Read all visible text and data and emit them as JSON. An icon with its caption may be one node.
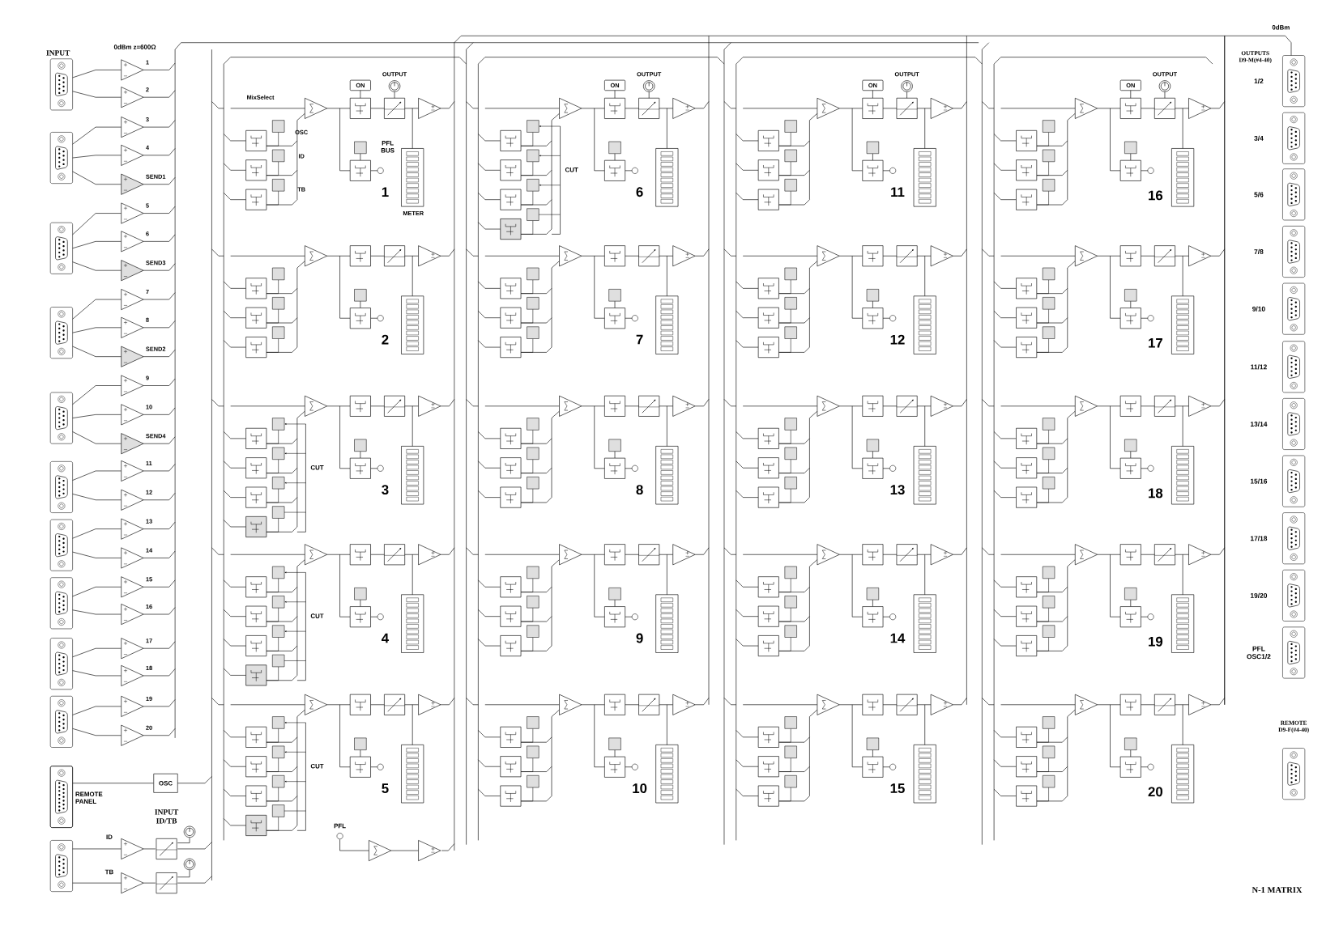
{
  "diagram": {
    "title": "N-1 MATRIX",
    "nodes": [
      {
        "text": [],
        "shape": "picture",
        "beside": [
          "REMOTE PANEL"
        ]
      },
      {
        "text": [
          "OSC"
        ]
      },
      {
        "text": [
          "ON"
        ]
      },
      {
        "text": [
          "ON"
        ]
      },
      {
        "text": [
          "ON"
        ]
      },
      {
        "text": [
          "ON"
        ]
      }
    ],
    "edges": [
      {
        "from": 0,
        "to": 1,
        "arrow": "none"
      }
    ],
    "labels": [
      "INPUT",
      "0dBm z=600Ω",
      "1",
      "2",
      "3",
      "4",
      "SEND1",
      "5",
      "6",
      "SEND3",
      "7",
      "8",
      "SEND2",
      "9",
      "10",
      "SEND4",
      "11",
      "12",
      "13",
      "14",
      "15",
      "16",
      "17",
      "18",
      "19",
      "20",
      "MixSelect",
      "OSC",
      "ID",
      "TB",
      "PFL BUS",
      "METER",
      "OUTPUT",
      "OUTPUT",
      "OUTPUT",
      "OUTPUT",
      "CUT",
      "CUT",
      "CUT",
      "CUT",
      "1",
      "2",
      "3",
      "4",
      "5",
      "6",
      "7",
      "8",
      "9",
      "10",
      "11",
      "12",
      "13",
      "14",
      "15",
      "16",
      "17",
      "18",
      "19",
      "20",
      "0dBm",
      "OUTPUTS D9-M(#4-40)",
      "1/2",
      "3/4",
      "5/6",
      "7/8",
      "9/10",
      "11/12",
      "13/14",
      "15/16",
      "17/18",
      "19/20",
      "PFL OSC1/2",
      "REMOTE D9-F(#4-40)",
      "INPUT ID/TB",
      "ID",
      "TB",
      "PFL"
    ]
  }
}
